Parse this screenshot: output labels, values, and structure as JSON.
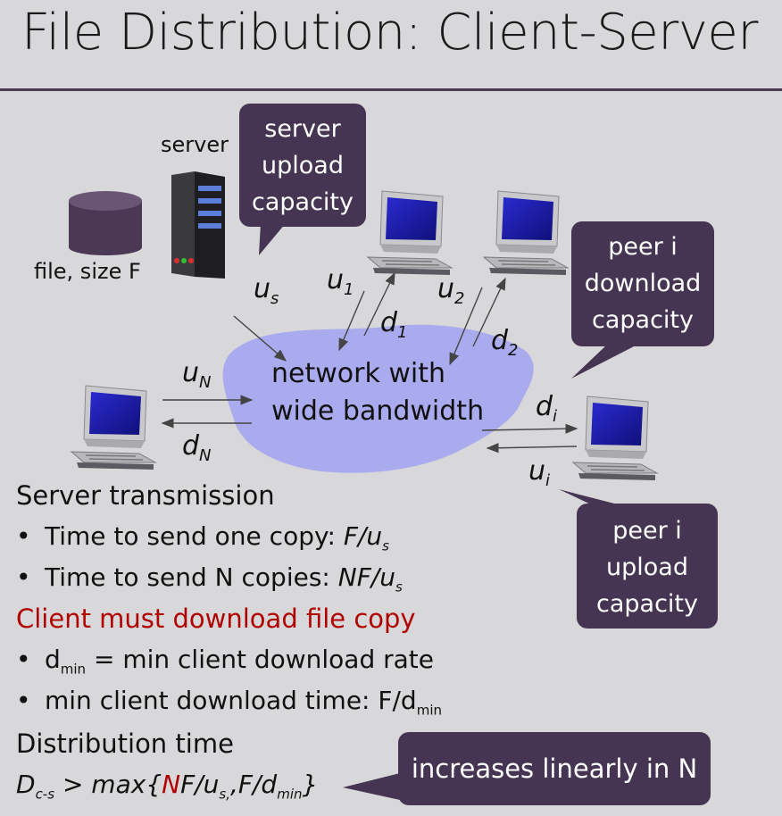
{
  "title": "File Distribution: Client-Server",
  "labels": {
    "server": "server",
    "file": "file, size F",
    "network_line1": "network with",
    "network_line2": "wide bandwidth"
  },
  "variables": {
    "us": {
      "base": "u",
      "sub": "s"
    },
    "u1": {
      "base": "u",
      "sub": "1"
    },
    "d1": {
      "base": "d",
      "sub": "1"
    },
    "u2": {
      "base": "u",
      "sub": "2"
    },
    "d2": {
      "base": "d",
      "sub": "2"
    },
    "uN": {
      "base": "u",
      "sub": "N"
    },
    "dN": {
      "base": "d",
      "sub": "N"
    },
    "di": {
      "base": "d",
      "sub": "i"
    },
    "ui": {
      "base": "u",
      "sub": "i"
    }
  },
  "callouts": {
    "server_upload": [
      "server",
      "upload",
      "capacity"
    ],
    "peer_download": [
      "peer i",
      "download",
      "capacity"
    ],
    "peer_upload": [
      "peer i",
      "upload",
      "capacity"
    ],
    "linear": "increases linearly in N"
  },
  "text": {
    "server_transmission": "Server transmission",
    "bullet1_text": "Time to send one copy: ",
    "bullet1_formula": "F/u",
    "bullet1_sub": "s",
    "bullet2_text": "Time to send N copies: ",
    "bullet2_formula": "NF/u",
    "bullet2_sub": "s",
    "client_heading": "Client must download file copy",
    "bullet3_d": "d",
    "bullet3_sub": "min",
    "bullet3_text": " = min client download rate",
    "bullet4_text": "min client download time: F/d",
    "bullet4_sub": "min",
    "distribution_heading": "Distribution time",
    "formula_D": "D",
    "formula_Dsub": "c-s",
    "formula_mid": " > max{",
    "formula_N": "N",
    "formula_F": "F/u",
    "formula_us": "s,",
    "formula_sep": ",F/d",
    "formula_dmin": "min",
    "formula_end": "}",
    "bullet_char": "•"
  },
  "colors": {
    "callout": "#453553",
    "network_cloud": "#a9abee",
    "emphasis_red": "#b00000",
    "screen_blue": "#1a1ab0"
  }
}
